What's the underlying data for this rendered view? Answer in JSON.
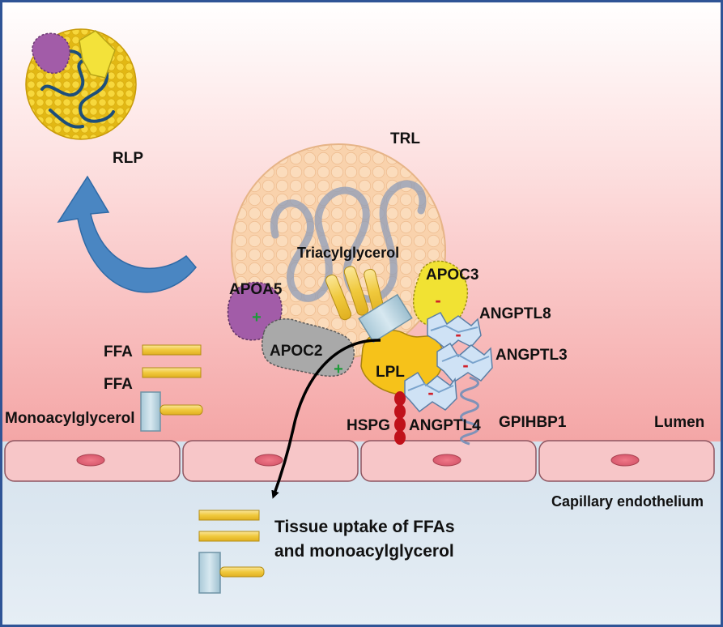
{
  "labels": {
    "rlp": "RLP",
    "trl": "TRL",
    "triacylglycerol": "Triacylglycerol",
    "apoc3": "APOC3",
    "apoa5": "APOA5",
    "angptl8": "ANGPTL8",
    "apoc2": "APOC2",
    "angptl3": "ANGPTL3",
    "lpl": "LPL",
    "ffa_1": "FFA",
    "ffa_2": "FFA",
    "monoacylglycerol": "Monoacylglycerol",
    "hspg": "HSPG",
    "angptl4": "ANGPTL4",
    "gpihbp1": "GPIHBP1",
    "lumen": "Lumen",
    "capillary_endothelium": "Capillary endothelium",
    "tissue_uptake_line1": "Tissue uptake of FFAs",
    "tissue_uptake_line2": "and monoacylglycerol"
  },
  "markers": {
    "apoa5_sign": "+",
    "apoc2_sign": "+",
    "apoc3_sign": "-",
    "angptl8_sign": "-",
    "angptl3_sign": "-",
    "angptl4_sign": "-"
  },
  "colors": {
    "frame": "#2f5496",
    "lumen_top": "#ffffff",
    "lumen_bottom": "#f4a6a6",
    "tissue": "#dbe6ef",
    "cell_fill": "#f6c4c6",
    "nucleus": "#e8808c",
    "lipoprotein": "#f9d6b5",
    "rlp_yellow": "#f2cf35",
    "apolipoprotein_purple": "#a25ca8",
    "apoc2_gray": "#a9a9a9",
    "apoc3_yellow": "#f0e030",
    "lpl_yellow": "#f6c21a",
    "angptl_blue": "#cfe2f5",
    "hspg_red": "#c0111a",
    "arrow_blue": "#4a86c2",
    "activator_green": "#1e9a3a",
    "inhibitor_red": "#d0202a",
    "ffa_yellow": "#f3d35a"
  }
}
